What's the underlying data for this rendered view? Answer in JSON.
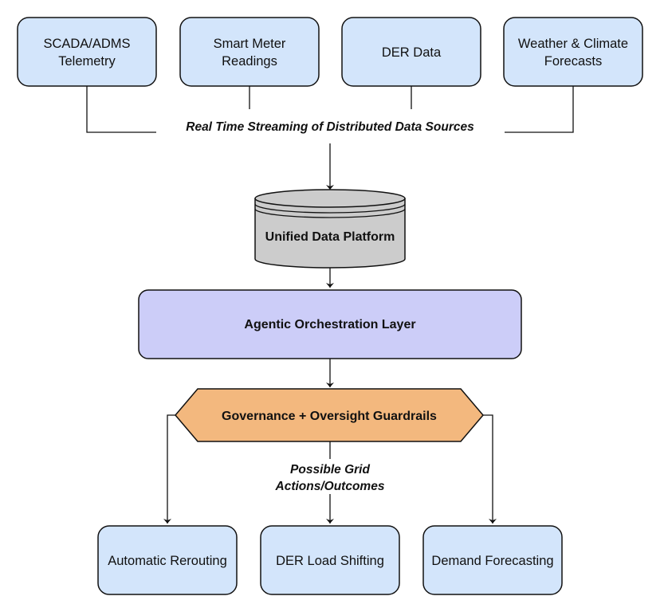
{
  "diagram": {
    "sources": [
      {
        "line1": "SCADA/ADMS",
        "line2": "Telemetry"
      },
      {
        "line1": "Smart Meter",
        "line2": "Readings"
      },
      {
        "line1": "DER Data",
        "line2": ""
      },
      {
        "line1": "Weather & Climate",
        "line2": "Forecasts"
      }
    ],
    "streaming_label": "Real Time Streaming of Distributed Data Sources",
    "platform_label": "Unified Data Platform",
    "orchestration_label": "Agentic Orchestration Layer",
    "governance_label": "Governance + Oversight Guardrails",
    "actions_label_line1": "Possible Grid",
    "actions_label_line2": "Actions/Outcomes",
    "outcomes": [
      {
        "label": "Automatic Rerouting"
      },
      {
        "label": "DER Load Shifting"
      },
      {
        "label": "Demand Forecasting"
      }
    ],
    "colors": {
      "source_fill": "#d3e5fb",
      "platform_fill": "#cccccc",
      "orchestration_fill": "#cccdf8",
      "governance_fill": "#f3b87e",
      "outcome_fill": "#d3e5fb",
      "stroke": "#111111"
    }
  }
}
